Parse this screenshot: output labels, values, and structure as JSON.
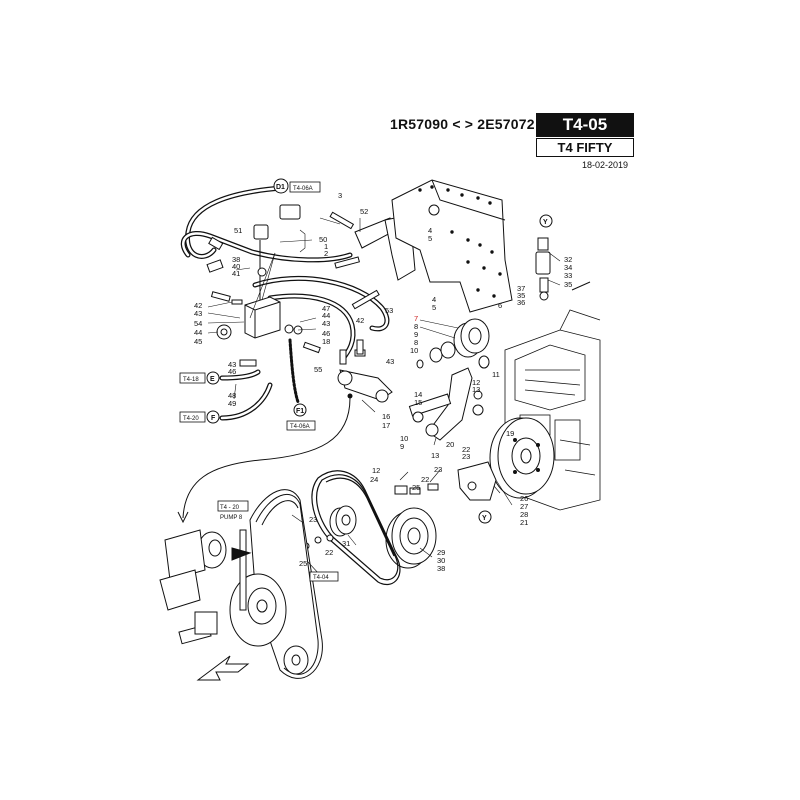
{
  "header": {
    "serial_range": "1R57090 < > 2E57072",
    "page_code": "T4-05",
    "model": "T4 FIFTY",
    "date": "18-02-2019"
  },
  "refs": {
    "t4_06a_top": "T4-06A",
    "t4_18": "T4-18",
    "t4_20_left": "T4-20",
    "t4_06a_bottom": "T4-06A",
    "t4_20_pump": "T4 - 20",
    "pump_label": "PUMP 8",
    "t4_04": "T4-04"
  },
  "markers": {
    "d1": "D1",
    "e": "E",
    "f": "F",
    "f1": "F1",
    "y_top": "Y",
    "y_bottom": "Y"
  },
  "callouts": [
    {
      "text": "3"
    },
    {
      "text": "52"
    },
    {
      "text": "4"
    },
    {
      "text": "5"
    },
    {
      "text": "51"
    },
    {
      "text": "50"
    },
    {
      "text": "1"
    },
    {
      "text": "2"
    },
    {
      "text": "38"
    },
    {
      "text": "40"
    },
    {
      "text": "41"
    },
    {
      "text": "4"
    },
    {
      "text": "5"
    },
    {
      "text": "42"
    },
    {
      "text": "43"
    },
    {
      "text": "54"
    },
    {
      "text": "44"
    },
    {
      "text": "45"
    },
    {
      "text": "47"
    },
    {
      "text": "44"
    },
    {
      "text": "43"
    },
    {
      "text": "46"
    },
    {
      "text": "18"
    },
    {
      "text": "53"
    },
    {
      "text": "42"
    },
    {
      "text": "43"
    },
    {
      "text": "55"
    },
    {
      "text": "43"
    },
    {
      "text": "46"
    },
    {
      "text": "48"
    },
    {
      "text": "49"
    },
    {
      "text": "16"
    },
    {
      "text": "17"
    },
    {
      "text": "6"
    },
    {
      "text": "7"
    },
    {
      "text": "8"
    },
    {
      "text": "9"
    },
    {
      "text": "8"
    },
    {
      "text": "10"
    },
    {
      "text": "11"
    },
    {
      "text": "12"
    },
    {
      "text": "13"
    },
    {
      "text": "14"
    },
    {
      "text": "15"
    },
    {
      "text": "10"
    },
    {
      "text": "9"
    },
    {
      "text": "13"
    },
    {
      "text": "20"
    },
    {
      "text": "19"
    },
    {
      "text": "22"
    },
    {
      "text": "23"
    },
    {
      "text": "12"
    },
    {
      "text": "24"
    },
    {
      "text": "23"
    },
    {
      "text": "22"
    },
    {
      "text": "25"
    },
    {
      "text": "26"
    },
    {
      "text": "27"
    },
    {
      "text": "28"
    },
    {
      "text": "21"
    },
    {
      "text": "32"
    },
    {
      "text": "34"
    },
    {
      "text": "33"
    },
    {
      "text": "35"
    },
    {
      "text": "37"
    },
    {
      "text": "35"
    },
    {
      "text": "36"
    },
    {
      "text": "23"
    },
    {
      "text": "22"
    },
    {
      "text": "31"
    },
    {
      "text": "25"
    },
    {
      "text": "29"
    },
    {
      "text": "30"
    },
    {
      "text": "38"
    }
  ],
  "colors": {
    "ink": "#111111",
    "highlight_callout": "#cc2222",
    "paper": "#ffffff"
  }
}
